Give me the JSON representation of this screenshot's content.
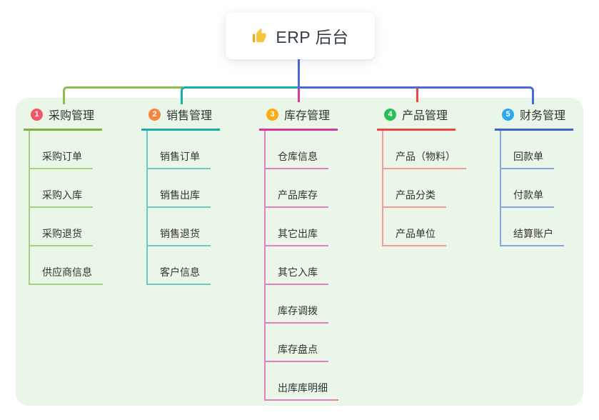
{
  "root": {
    "label": "ERP 后台",
    "icon": "thumbs-up",
    "line_color": "#4a67de"
  },
  "canvas": {
    "background_color": "#eaf6e7"
  },
  "branches": [
    {
      "badge": "1",
      "label": "采购管理",
      "badge_color": "#f4556a",
      "line_color": "#7cb342",
      "child_line_color": "#a9d07e",
      "bus_color": "#8cbf4d",
      "children": [
        "采购订单",
        "采购入库",
        "采购退货",
        "供应商信息"
      ]
    },
    {
      "badge": "2",
      "label": "销售管理",
      "badge_color": "#f8853e",
      "line_color": "#16afa8",
      "child_line_color": "#6fc9c3",
      "bus_color": "#16b0a8",
      "children": [
        "销售订单",
        "销售出库",
        "销售退货",
        "客户信息"
      ]
    },
    {
      "badge": "3",
      "label": "库存管理",
      "badge_color": "#fbab18",
      "line_color": "#d6399c",
      "child_line_color": "#e27fbf",
      "bus_color": "#d83a9d",
      "children": [
        "仓库信息",
        "产品库存",
        "其它出库",
        "其它入库",
        "库存调拨",
        "库存盘点",
        "出库库明细"
      ]
    },
    {
      "badge": "4",
      "label": "产品管理",
      "badge_color": "#2bbd57",
      "line_color": "#f2434c",
      "child_line_color": "#f59a9b",
      "bus_color": "#f2434c",
      "children": [
        "产品（物料）",
        "产品分类",
        "产品单位"
      ]
    },
    {
      "badge": "5",
      "label": "财务管理",
      "badge_color": "#29a9f3",
      "line_color": "#3d63d2",
      "child_line_color": "#8ca3e3",
      "bus_color": "#4a67de",
      "children": [
        "回款单",
        "付款单",
        "结算账户"
      ]
    }
  ]
}
